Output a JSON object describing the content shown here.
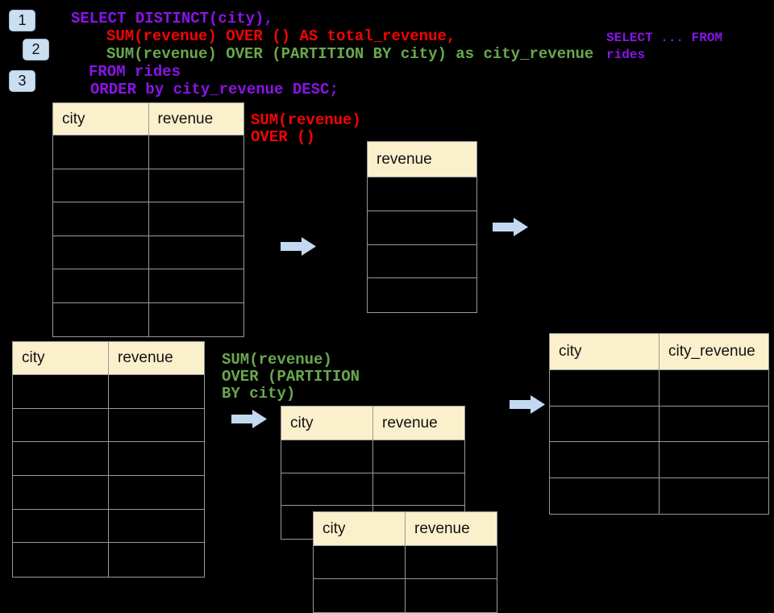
{
  "colors": {
    "background": "#000000",
    "purple": "#8A14E9",
    "red": "#F50400",
    "green": "#6AA84F",
    "header_bg": "#FBF0CC",
    "border": "#999999",
    "arrow_fill": "#C3D9F1",
    "badge_bg": "#CBDFF3",
    "badge_border": "#9FB8D5",
    "text_dark": "#111111"
  },
  "steps": [
    {
      "label": "1"
    },
    {
      "label": "2"
    },
    {
      "label": "3"
    }
  ],
  "sql": {
    "lines": [
      {
        "text": "SELECT DISTINCT(city),",
        "color": "purple"
      },
      {
        "text": "SUM(revenue) OVER () AS total_revenue,",
        "color": "red"
      },
      {
        "text": "SUM(revenue) OVER (PARTITION BY city) as city_revenue",
        "color": "green"
      },
      {
        "text": "FROM rides",
        "color": "purple"
      },
      {
        "text": "ORDER by city_revenue DESC;",
        "color": "purple"
      }
    ]
  },
  "from_note": {
    "lines": [
      "SELECT ... FROM",
      "rides"
    ],
    "color": "purple"
  },
  "notes": {
    "total_revenue": {
      "lines": [
        "SUM(revenue)",
        "OVER ()"
      ],
      "color": "red"
    },
    "city_revenue": {
      "lines": [
        "SUM(revenue)",
        "OVER (PARTITION",
        "BY city)"
      ],
      "color": "green"
    }
  },
  "tables": {
    "source_top": {
      "headers": [
        "city",
        "revenue"
      ],
      "rows": 6
    },
    "revenue_only": {
      "headers": [
        "revenue"
      ],
      "rows": 4
    },
    "source_bottom": {
      "headers": [
        "city",
        "revenue"
      ],
      "rows": 6
    },
    "partition_front": {
      "headers": [
        "city",
        "revenue"
      ],
      "rows": 3
    },
    "partition_back": {
      "headers": [
        "city",
        "revenue"
      ],
      "rows": 2
    },
    "result": {
      "headers": [
        "city",
        "city_revenue"
      ],
      "rows": 4
    }
  },
  "icons": {
    "flow_arrow": "arrow-right"
  }
}
